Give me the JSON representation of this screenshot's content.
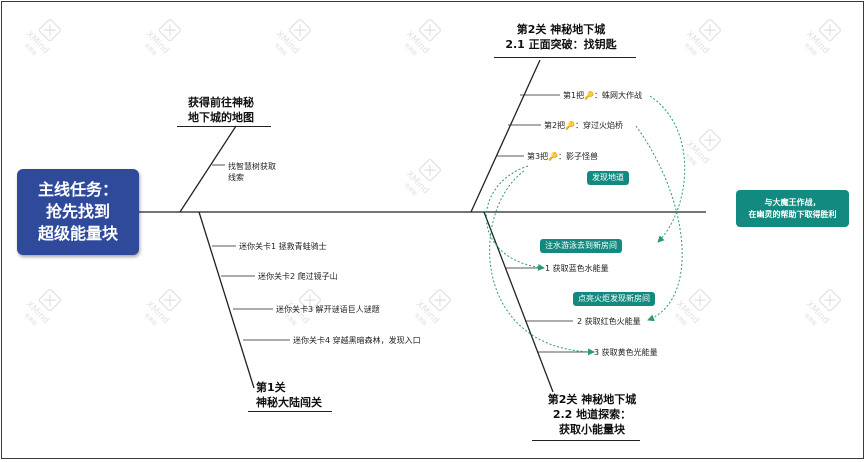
{
  "colors": {
    "main_fill": "#2f4a9a",
    "label_fill": "#138a80",
    "line": "#222222",
    "relation": "#2e9a6c",
    "watermark": "#c8c8c8"
  },
  "watermark": {
    "brand": "XMind",
    "sub": "免费版"
  },
  "main_topic": "主线任务：\n抢先找到\n超级能量块",
  "result": "与大魔王作战，\n在幽灵的帮助下取得胜利",
  "branch_map": {
    "title": "获得前往神秘\n地下城的地图",
    "item": "找智慧树获取\n线索"
  },
  "branch_level1": {
    "title": "第1关\n神秘大陆闯关",
    "items": [
      "迷你关卡1 拯救青蛙骑士",
      "迷你关卡2 爬过镜子山",
      "迷你关卡3 解开谜语巨人谜题",
      "迷你关卡4 穿越黑暗森林，发现入口"
    ]
  },
  "branch_level2a": {
    "title": "第2关 神秘地下城\n2.1 正面突破：找钥匙",
    "items": [
      {
        "prefix": "第1把",
        "icon": "key-icon",
        "text": "：蛛网大作战"
      },
      {
        "prefix": "第2把",
        "icon": "key-icon",
        "text": "：穿过火焰桥"
      },
      {
        "prefix": "第3把",
        "icon": "key-icon",
        "text": "：影子怪兽"
      }
    ]
  },
  "branch_level2b": {
    "title": "第2关 神秘地下城\n2.2 地道探索：\n获取小能量块",
    "items": [
      "1 获取蓝色水能量",
      "2 获取红色火能量",
      "3 获取黄色光能量"
    ]
  },
  "relation_labels": {
    "discover_tunnel": "发现地道",
    "swim": "注水游泳去到新房间",
    "torch": "点亮火炬发现新房间"
  }
}
